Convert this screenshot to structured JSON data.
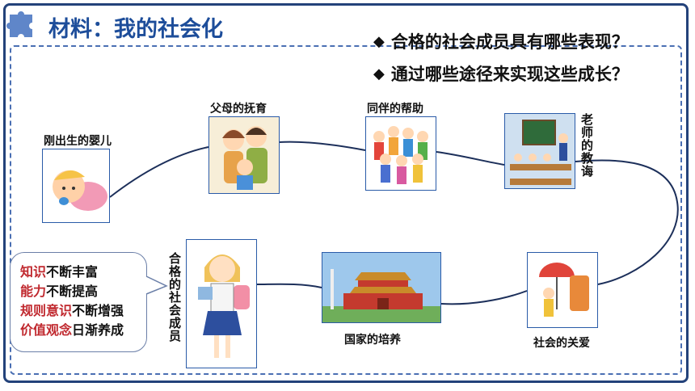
{
  "header": {
    "title": "材料：我的社会化",
    "questions": [
      "合格的社会成员具有哪些表现？",
      "通过哪些途径来实现这些成长？"
    ]
  },
  "stages": {
    "newborn": "刚出生的婴儿",
    "parents": "父母的抚育",
    "peers": "同伴的帮助",
    "teacher": "老师的教诲",
    "society": "社会的关爱",
    "nation": "国家的培养",
    "member": "合格的社会成员"
  },
  "qualities": [
    {
      "key": "知识",
      "rest": "不断丰富"
    },
    {
      "key": "能力",
      "rest": "不断提高"
    },
    {
      "key": "规则意识",
      "rest": "不断增强"
    },
    {
      "key": "价值观念",
      "rest": "日渐养成"
    }
  ],
  "colors": {
    "frame": "#23427a",
    "title": "#1d4d9a",
    "highlight": "#c0282e",
    "path": "#1c2f5a"
  }
}
